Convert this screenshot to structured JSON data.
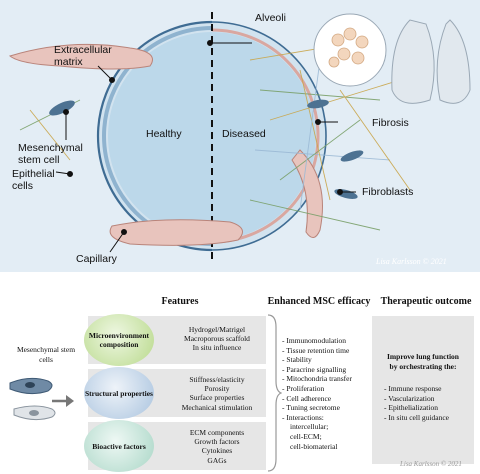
{
  "figure": {
    "labels": {
      "alveoli": "Alveoli",
      "extracellular_matrix": "Extracellular matrix",
      "mesenchymal_stem_cell": "Mesenchymal stem cell",
      "healthy": "Healthy",
      "diseased": "Diseased",
      "fibrosis": "Fibrosis",
      "epithelial_cells": "Epithelial cells",
      "fibroblasts": "Fibroblasts",
      "capillary": "Capillary"
    },
    "signature": "Lisa Karlsson © 2021"
  },
  "panel": {
    "features_title": "Features",
    "efficacy_title": "Enhanced MSC efficacy",
    "outcome_title": "Therapeutic outcome",
    "msc_label": "Mesenchymal stem cells",
    "features": [
      {
        "name": "Microenvironment composition",
        "items": [
          "Hydrogel/Matrigel",
          "Macroporous scaffold",
          "In situ influence"
        ],
        "color": "#b8d98a"
      },
      {
        "name": "Structural properties",
        "items": [
          "Stiffness/elasticity",
          "Porosity",
          "Surface properties",
          "Mechanical stimulation"
        ],
        "color": "#a9c3de"
      },
      {
        "name": "Bioactive factors",
        "items": [
          "ECM components",
          "Growth factors",
          "Cytokines",
          "GAGs"
        ],
        "color": "#a9d6c6"
      }
    ],
    "efficacy_items": [
      "- Immunomodulation",
      "- Tissue retention time",
      "- Stability",
      "- Paracrine signalling",
      "- Mitochondria transfer",
      "- Proliferation",
      "- Cell adherence",
      "- Tuning secretome",
      "- Interactions:",
      "intercellular;",
      "cell-ECM;",
      "cell-biomaterial"
    ],
    "outcome": {
      "heading_lines": [
        "Improve lung function",
        "by orchestrating the:"
      ],
      "items": [
        "- Immune response",
        "- Vascularization",
        "- Epithelialization",
        "- In situ cell guidance"
      ]
    },
    "signature": "Lisa Karlsson © 2021"
  }
}
